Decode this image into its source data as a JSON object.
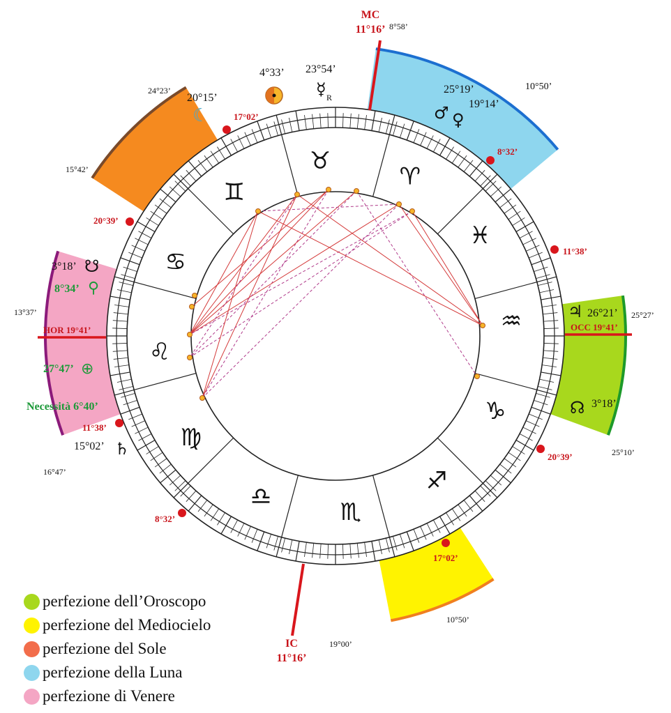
{
  "signs": [
    {
      "name": "Aries",
      "glyph": "♈"
    },
    {
      "name": "Taurus",
      "glyph": "♉"
    },
    {
      "name": "Gemini",
      "glyph": "♊"
    },
    {
      "name": "Cancer",
      "glyph": "♋"
    },
    {
      "name": "Leo",
      "glyph": "♌"
    },
    {
      "name": "Virgo",
      "glyph": "♍"
    },
    {
      "name": "Libra",
      "glyph": "♎"
    },
    {
      "name": "Scorpio",
      "glyph": "♏"
    },
    {
      "name": "Sagittarius",
      "glyph": "♐"
    },
    {
      "name": "Capricorn",
      "glyph": "♑"
    },
    {
      "name": "Aquarius",
      "glyph": "♒"
    },
    {
      "name": "Pisces",
      "glyph": "♓"
    }
  ],
  "angles": {
    "mc": {
      "name": "MC",
      "degree": "11°16’"
    },
    "ic": {
      "name": "IC",
      "degree": "11°16’"
    },
    "hor": {
      "label": "HOR 19°41’"
    },
    "occ": {
      "label": "OCC 19°41’"
    }
  },
  "cusp_labels": [
    {
      "id": "aries-8",
      "text": "8°32’"
    },
    {
      "id": "pisces-11",
      "text": "11°38’"
    },
    {
      "id": "cap-20",
      "text": "20°39’"
    },
    {
      "id": "sag-17",
      "text": "17°02’"
    },
    {
      "id": "libra-8",
      "text": "8°32’"
    },
    {
      "id": "virgo-11",
      "text": "11°38’"
    },
    {
      "id": "cancer-20",
      "text": "20°39’"
    },
    {
      "id": "gemini-17",
      "text": "17°02’"
    }
  ],
  "sectors": [
    {
      "id": "oroscopo",
      "start": "13°37’",
      "end": "16°47’",
      "color": "#f4a6c4",
      "edge": "#8b1a7a"
    },
    {
      "id": "occaso",
      "start": "25°27’",
      "end": "25°10’",
      "color": "#a8d81d",
      "edge": "#1d9a2a"
    },
    {
      "id": "luna",
      "start": "8°58’",
      "end": "10°50’",
      "color": "#8ed6ee",
      "edge": "#1c6fd0"
    },
    {
      "id": "sole",
      "start": "24°23’",
      "end": "15°42’",
      "color": "#f58a1f",
      "edge": "#7a4a2a"
    },
    {
      "id": "medio",
      "start": "10°50’",
      "end": "19°00’",
      "color": "#fff300",
      "edge": "#f07f1f"
    }
  ],
  "planets": [
    {
      "id": "sun",
      "glyph": "☉",
      "degree": "4°33’"
    },
    {
      "id": "mercury",
      "glyph": "☿",
      "retro": "R",
      "degree": "23°54’"
    },
    {
      "id": "moon",
      "glyph": "☾",
      "degree": "20°15’"
    },
    {
      "id": "mars",
      "glyph": "♂",
      "degree": "25°19’"
    },
    {
      "id": "venus",
      "glyph": "♀",
      "degree": "19°14’"
    },
    {
      "id": "jupiter",
      "glyph": "♃",
      "degree": "26°21’"
    },
    {
      "id": "north-node",
      "glyph": "☊",
      "degree": "3°18’"
    },
    {
      "id": "south-node",
      "glyph": "☋",
      "degree": "3°18’"
    },
    {
      "id": "saturn",
      "glyph": "♄",
      "degree": "15°02’"
    },
    {
      "id": "eros",
      "glyph": "⚲",
      "degree": "8°34’"
    },
    {
      "id": "fortuna",
      "glyph": "⊕",
      "degree": "27°47’"
    },
    {
      "id": "necessita",
      "text": "Necessità 6°40’"
    }
  ],
  "legend": [
    {
      "label": "perfezione dell’Oroscopo",
      "color": "#a8d81d"
    },
    {
      "label": "perfezione del Mediocielo",
      "color": "#fff300"
    },
    {
      "label": "perfezione del Sole",
      "color": "#f26d4b"
    },
    {
      "label": "perfezione della Luna",
      "color": "#8ed6ee"
    },
    {
      "label": "perfezione di Venere",
      "color": "#f4a6c4"
    }
  ],
  "colors": {
    "angle_red": "#d9161c",
    "label_red": "#c8141b",
    "green_text": "#1e9a3a",
    "aspect": "#d43a3a",
    "aspect_alt": "#b03a8a",
    "node_dot": "#f7b52a"
  }
}
